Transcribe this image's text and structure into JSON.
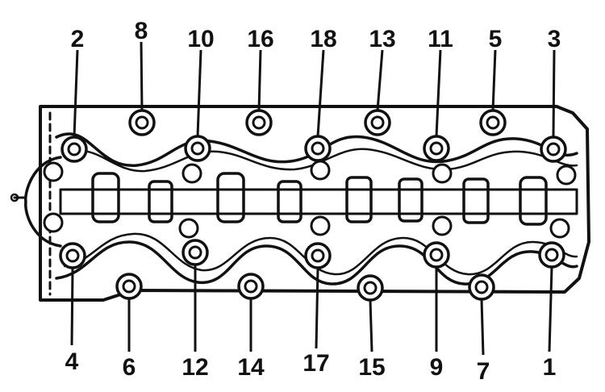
{
  "colors": {
    "ink": "#111111",
    "paper": "#ffffff"
  },
  "labels": {
    "top": [
      "2",
      "8",
      "10",
      "16",
      "18",
      "13",
      "11",
      "5",
      "3"
    ],
    "bottom": [
      "4",
      "6",
      "12",
      "14",
      "17",
      "15",
      "9",
      "7",
      "1"
    ]
  }
}
